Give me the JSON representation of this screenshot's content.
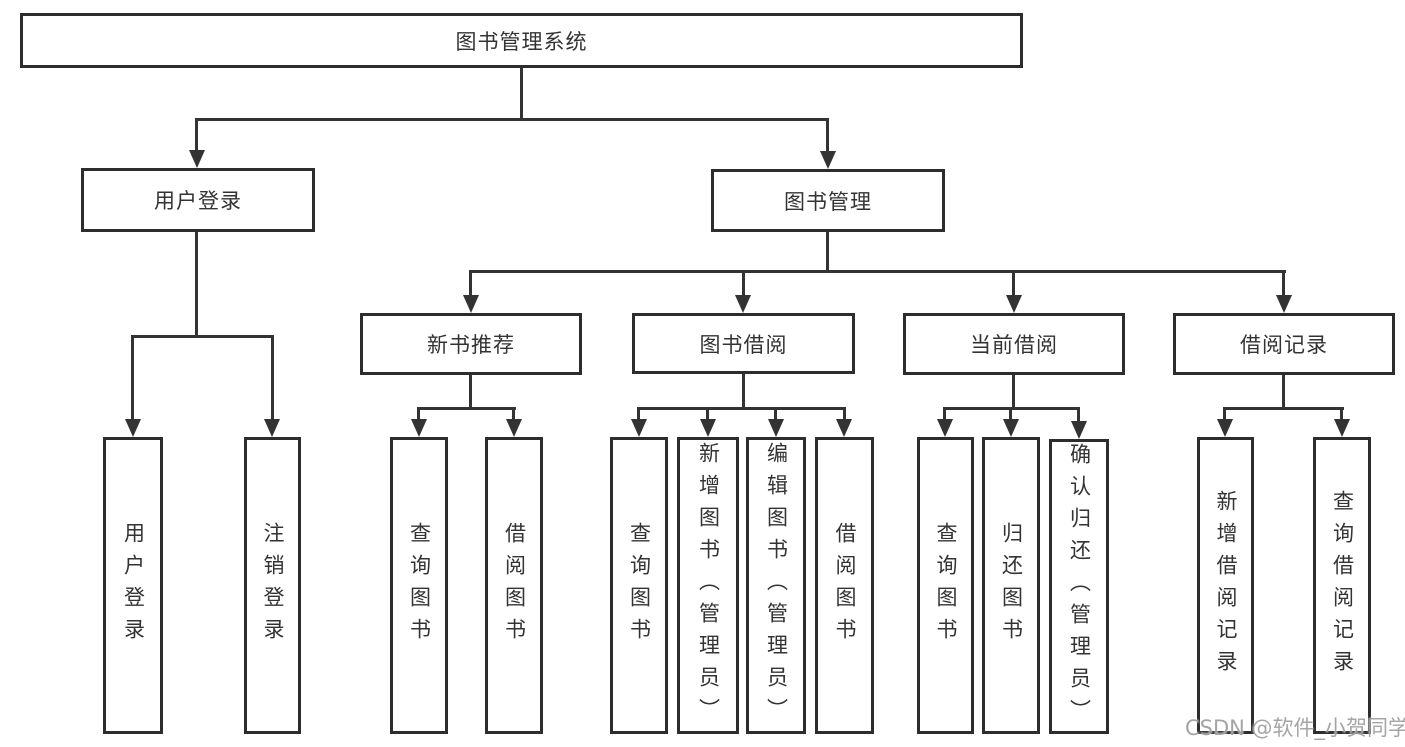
{
  "diagram": {
    "type": "tree",
    "root": {
      "label": "图书管理系统"
    },
    "level2": [
      {
        "label": "用户登录",
        "children": [
          {
            "label": "用户登录"
          },
          {
            "label": "注销登录"
          }
        ]
      },
      {
        "label": "图书管理",
        "children": [
          {
            "label": "新书推荐",
            "children": [
              {
                "label": "查询图书"
              },
              {
                "label": "借阅图书"
              }
            ]
          },
          {
            "label": "图书借阅",
            "children": [
              {
                "label": "查询图书"
              },
              {
                "label": "新增图书（管理员）"
              },
              {
                "label": "编辑图书（管理员）"
              },
              {
                "label": "借阅图书"
              }
            ]
          },
          {
            "label": "当前借阅",
            "children": [
              {
                "label": "查询图书"
              },
              {
                "label": "归还图书"
              },
              {
                "label": "确认归还（管理员）"
              }
            ]
          },
          {
            "label": "借阅记录",
            "children": [
              {
                "label": "新增借阅记录"
              },
              {
                "label": "查询借阅记录"
              }
            ]
          }
        ]
      }
    ]
  },
  "watermark": {
    "text": "CSDN @软件_小贺同学"
  },
  "colors": {
    "background": "#ffffff",
    "box_border": "#2d2d2d",
    "line": "#333333",
    "text": "#333333",
    "watermark": "#9b9b9b"
  }
}
